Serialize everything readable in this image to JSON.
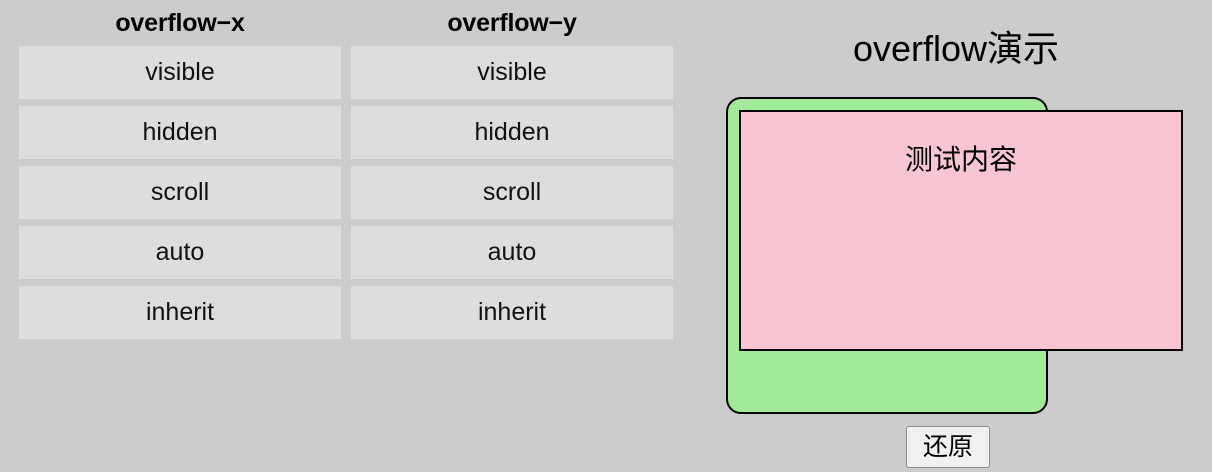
{
  "options_panel": {
    "columns": [
      {
        "title": "overflow−x",
        "property": "overflow-x",
        "items": [
          "visible",
          "hidden",
          "scroll",
          "auto",
          "inherit"
        ]
      },
      {
        "title": "overflow−y",
        "property": "overflow-y",
        "items": [
          "visible",
          "hidden",
          "scroll",
          "auto",
          "inherit"
        ]
      }
    ]
  },
  "demo_panel": {
    "title": "overflow演示",
    "container": {
      "name": "overflow-container",
      "background_color": "#a0ea98",
      "border_color": "#000000"
    },
    "content": {
      "text": "测试内容",
      "background_color": "#f8c6d2",
      "border_color": "#000000"
    },
    "restore_button_label": "还原"
  },
  "colors": {
    "page_background": "#cccccc",
    "option_item_background": "#dddddd",
    "text": "#000000",
    "green": "#a0ea98",
    "pink": "#f8c6d2",
    "button_background": "#f0f0f0",
    "button_border": "#8f8f8f"
  }
}
